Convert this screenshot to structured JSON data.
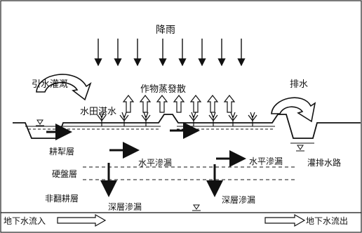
{
  "diagram": {
    "rain": "降雨",
    "irrigation_inflow": "引水灌溉",
    "paddy_water": "水田湛水",
    "crop_evaporation": "作物蒸發散",
    "drainage": "排水",
    "plow_layer": "耕犁層",
    "hardpan_layer": "硬盤層",
    "non_plow_layer": "非翻耕層",
    "lateral_seepage_left": "水平滲漏",
    "lateral_seepage_right": "水平滲漏",
    "deep_percolation_left": "深層滲漏",
    "deep_percolation_right": "深層滲漏",
    "irrigation_drainage_channel": "灌排水路",
    "groundwater_inflow": "地下水流入",
    "groundwater_outflow": "地下水流出"
  }
}
